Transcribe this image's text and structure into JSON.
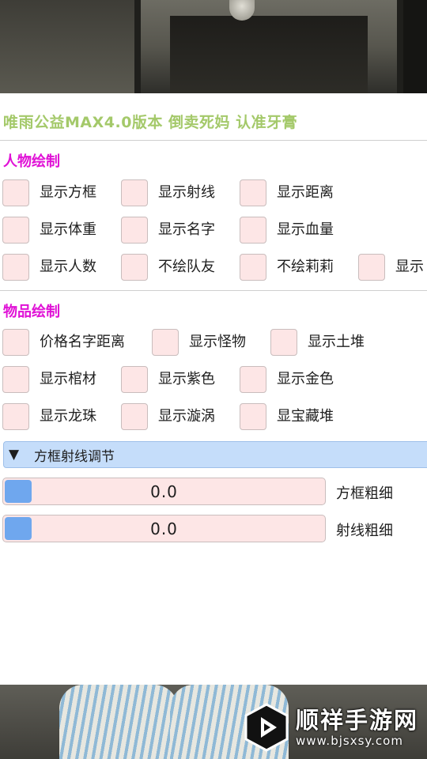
{
  "title": "唯雨公益MAX4.0版本 倒卖死妈 认准牙膏",
  "character_section": {
    "title": "人物绘制",
    "rows": [
      [
        "显示方框",
        "显示射线",
        "显示距离"
      ],
      [
        "显示体重",
        "显示名字",
        "显示血量"
      ],
      [
        "显示人数",
        "不绘队友",
        "不绘莉莉",
        "显示"
      ]
    ]
  },
  "item_section": {
    "title": "物品绘制",
    "rows": [
      [
        "价格名字距离",
        "显示怪物",
        "显示土堆"
      ],
      [
        "显示棺材",
        "显示紫色",
        "显示金色"
      ],
      [
        "显示龙珠",
        "显示漩涡",
        "显宝藏堆"
      ]
    ]
  },
  "collapse": {
    "arrow": "▼",
    "label": "方框射线调节"
  },
  "sliders": [
    {
      "value_text": "0.0",
      "label": "方框粗细"
    },
    {
      "value_text": "0.0",
      "label": "射线粗细"
    }
  ],
  "watermark": {
    "name": "顺祥手游网",
    "url": "www.bjsxsy.com"
  },
  "colors": {
    "title": "#a4c96a",
    "section_title": "#e011d6",
    "checkbox_fill": "#fde6e6",
    "collapse_fill": "#c5ddfa",
    "slider_knob": "#6fa7ee"
  }
}
